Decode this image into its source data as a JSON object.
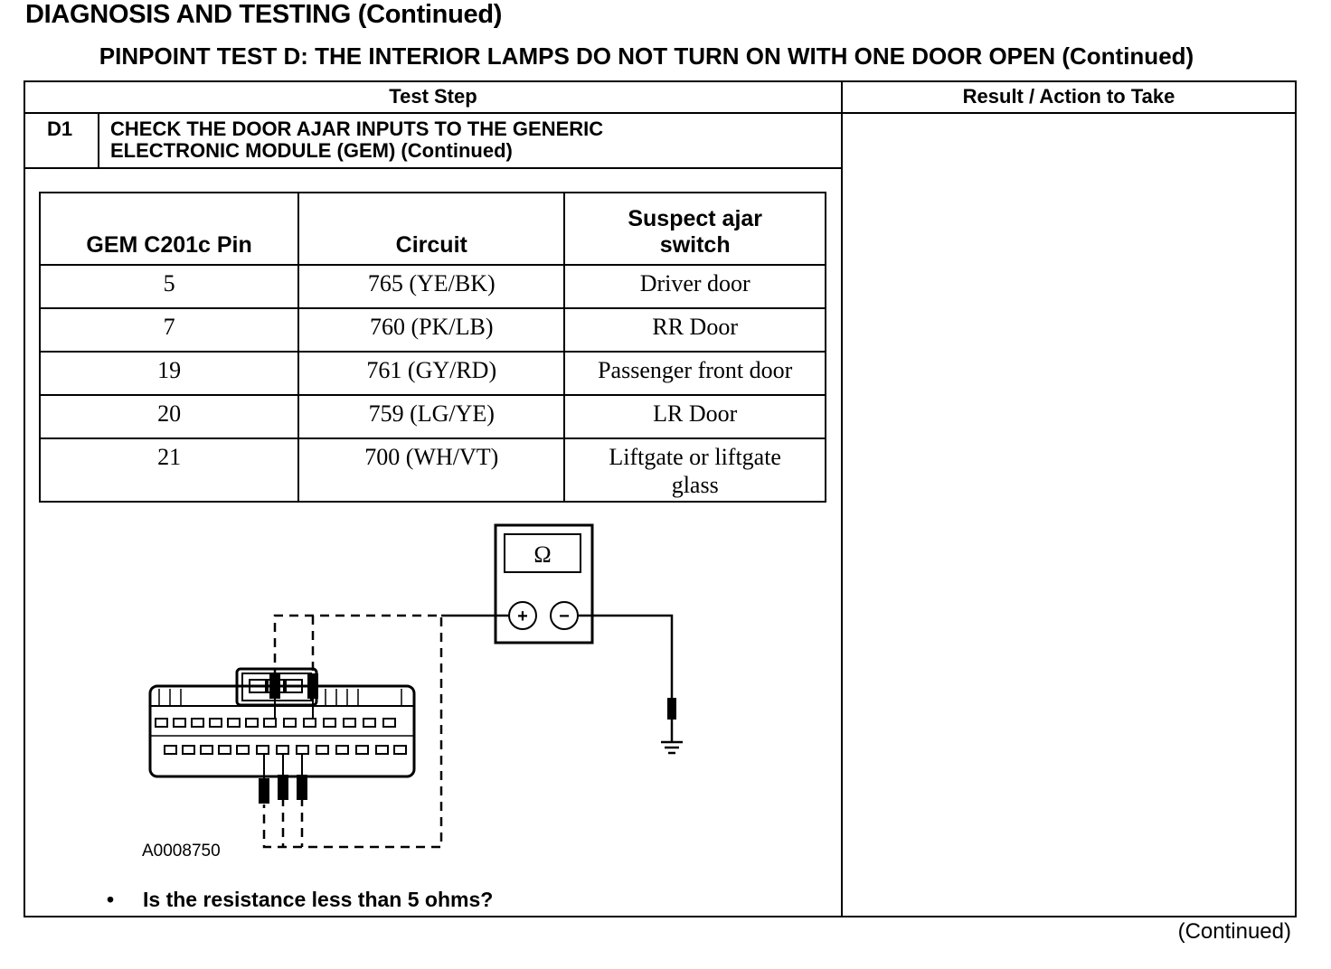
{
  "page": {
    "title": "DIAGNOSIS AND TESTING (Continued)",
    "subtitle": "PINPOINT TEST  D: THE INTERIOR LAMPS DO NOT TURN ON WITH ONE DOOR OPEN (Continued)",
    "footer_continued": "(Continued)"
  },
  "test_table": {
    "col_test_step": "Test Step",
    "col_result": "Result / Action to Take",
    "step_id": "D1",
    "step_title_line1": "CHECK THE DOOR AJAR INPUTS TO THE GENERIC",
    "step_title_line2": "ELECTRONIC MODULE (GEM) (Continued)"
  },
  "pin_table": {
    "headers": [
      "GEM C201c Pin",
      "Circuit",
      "Suspect ajar switch"
    ],
    "rows": [
      [
        "5",
        "765 (YE/BK)",
        "Driver door"
      ],
      [
        "7",
        "760 (PK/LB)",
        "RR Door"
      ],
      [
        "19",
        "761 (GY/RD)",
        "Passenger front door"
      ],
      [
        "20",
        "759 (LG/YE)",
        "LR Door"
      ],
      [
        "21",
        "700 (WH/VT)",
        "Liftgate or liftgate glass"
      ]
    ]
  },
  "figure": {
    "id": "A0008750",
    "meter_symbol": "Ω",
    "plus_symbol": "+",
    "minus_symbol": "−"
  },
  "question": {
    "bullet": "•",
    "text": "Is the resistance less than 5 ohms?"
  },
  "icons": [
    "ohmmeter-icon",
    "ground-symbol-icon",
    "connector-icon"
  ]
}
